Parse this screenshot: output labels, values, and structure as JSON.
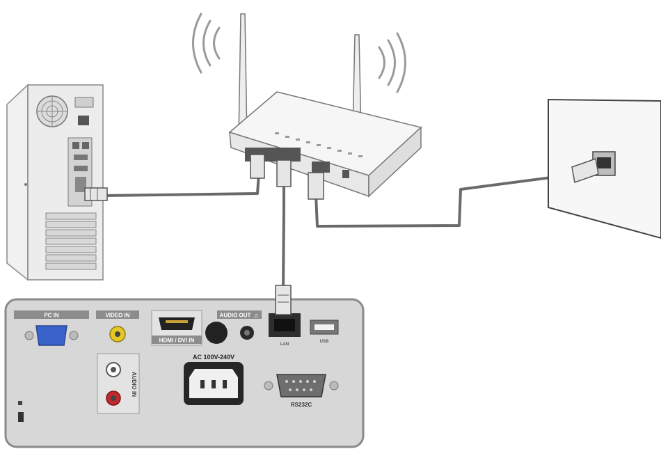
{
  "projector_panel": {
    "pc_in": "PC IN",
    "video_in": "VIDEO IN",
    "hdmi_dvi_in": "HDMI / DVI IN",
    "audio_out": "AUDIO OUT",
    "audio_in": "AUDIO IN",
    "power": "AC 100V-240V",
    "lan": "LAN",
    "usb": "USB",
    "rs232c": "RS232C"
  },
  "colors": {
    "panel": "#d7d7d7",
    "panel_border": "#8a8a8a",
    "cable": "#6a6a6a",
    "vga_blue": "#3a63c9",
    "video_yellow": "#e4c826",
    "audio_red": "#c0282e"
  },
  "icons": [
    "wifi-waves-icon",
    "ethernet-plug-icon",
    "kensington-lock-icon",
    "headphone-icon"
  ]
}
